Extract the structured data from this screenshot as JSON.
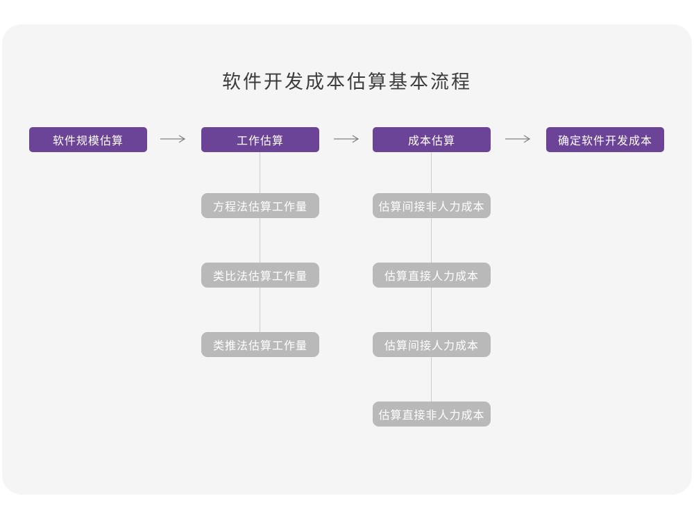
{
  "title": "软件开发成本估算基本流程",
  "colors": {
    "stage_box_bg": "#6b4397",
    "sub_box_bg": "#b9b9b9",
    "box_text": "#ffffff",
    "card_bg": "#f5f5f6",
    "page_bg": "#ffffff",
    "title_text": "#3c3c3c",
    "connector_line": "#cccccc",
    "arrow": "#808080"
  },
  "stages": [
    {
      "label": "软件规模估算"
    },
    {
      "label": "工作估算"
    },
    {
      "label": "成本估算"
    },
    {
      "label": "确定软件开发成本"
    }
  ],
  "work_methods": [
    "方程法估算工作量",
    "类比法估算工作量",
    "类推法估算工作量"
  ],
  "cost_steps": [
    "估算间接非人力成本",
    "估算直接人力成本",
    "估算间接人力成本",
    "估算直接非人力成本"
  ]
}
